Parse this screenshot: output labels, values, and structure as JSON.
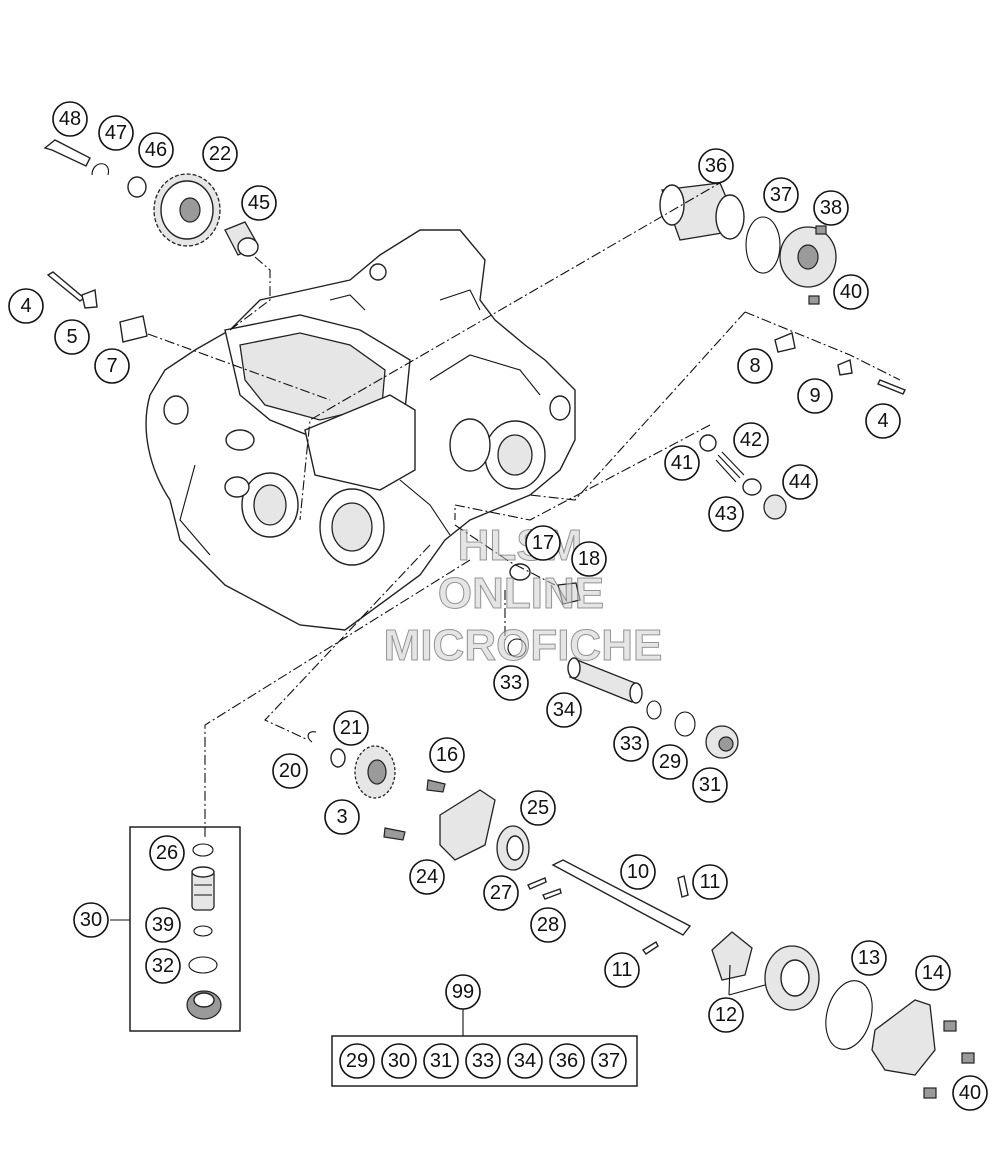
{
  "watermark": {
    "line1": "HLSM",
    "line2": "ONLINE",
    "line3": "MICROFICHE"
  },
  "callouts": {
    "c48": "48",
    "c47": "47",
    "c46": "46",
    "c22": "22",
    "c45": "45",
    "c4a": "4",
    "c5": "5",
    "c7": "7",
    "c36": "36",
    "c37": "37",
    "c38": "38",
    "c40a": "40",
    "c8": "8",
    "c9": "9",
    "c4b": "4",
    "c41": "41",
    "c42": "42",
    "c43": "43",
    "c44": "44",
    "c17": "17",
    "c18": "18",
    "c33a": "33",
    "c34": "34",
    "c33b": "33",
    "c29": "29",
    "c31": "31",
    "c21": "21",
    "c20": "20",
    "c16": "16",
    "c3": "3",
    "c25": "25",
    "c24": "24",
    "c27": "27",
    "c28": "28",
    "c10": "10",
    "c11a": "11",
    "c11b": "11",
    "c12": "12",
    "c13": "13",
    "c14": "14",
    "c40b": "40",
    "c26": "26",
    "c30": "30",
    "c39": "39",
    "c32": "32",
    "c99": "99"
  },
  "kit_items": [
    "29",
    "30",
    "31",
    "33",
    "34",
    "36",
    "37"
  ]
}
